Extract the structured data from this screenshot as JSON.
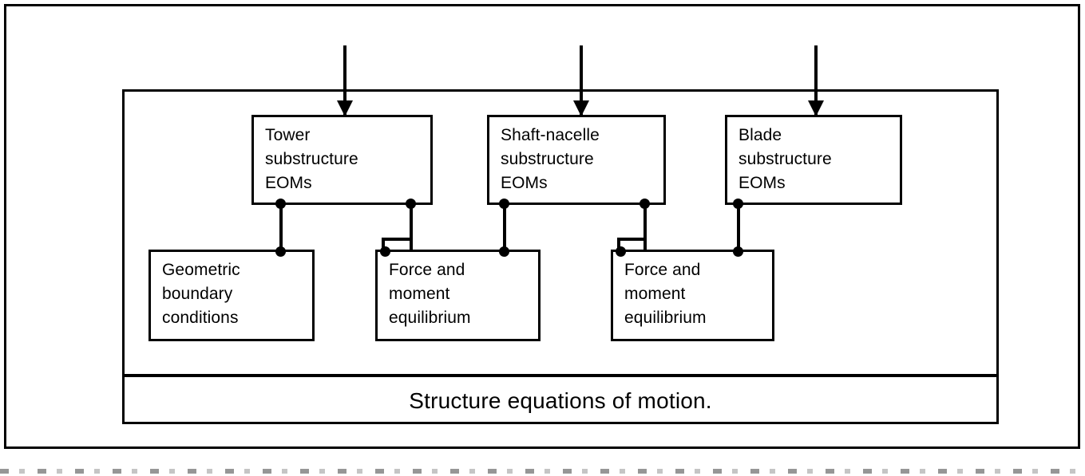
{
  "figure": {
    "caption": "Structure equations of motion.",
    "line_color": "#000000",
    "background_color": "#ffffff"
  },
  "substructure_boxes": [
    {
      "id": "tower",
      "line1": "Tower",
      "line2": "substructure",
      "line3": "EOMs"
    },
    {
      "id": "shaft",
      "line1": "Shaft-nacelle",
      "line2": "substructure",
      "line3": "EOMs"
    },
    {
      "id": "blade",
      "line1": "Blade",
      "line2": "substructure",
      "line3": "EOMs"
    }
  ],
  "condition_boxes": [
    {
      "id": "geometric",
      "line1": "Geometric",
      "line2": "boundary",
      "line3": "conditions"
    },
    {
      "id": "force-left",
      "line1": "Force and",
      "line2": "moment",
      "line3": "equilibrium"
    },
    {
      "id": "force-right",
      "line1": "Force and",
      "line2": "moment",
      "line3": "equilibrium"
    }
  ],
  "inputs": [
    {
      "id": "input-arrow-tower",
      "target": "tower"
    },
    {
      "id": "input-arrow-shaft",
      "target": "shaft"
    },
    {
      "id": "input-arrow-blade",
      "target": "blade"
    }
  ],
  "connectors": [
    {
      "id": "tower-to-geometric",
      "from": "tower",
      "to": "geometric"
    },
    {
      "id": "tower-to-force-left",
      "from": "tower",
      "to": "force-left"
    },
    {
      "id": "shaft-to-force-left",
      "from": "shaft",
      "to": "force-left"
    },
    {
      "id": "shaft-to-force-right",
      "from": "shaft",
      "to": "force-right"
    },
    {
      "id": "blade-to-force-right",
      "from": "blade",
      "to": "force-right"
    }
  ]
}
